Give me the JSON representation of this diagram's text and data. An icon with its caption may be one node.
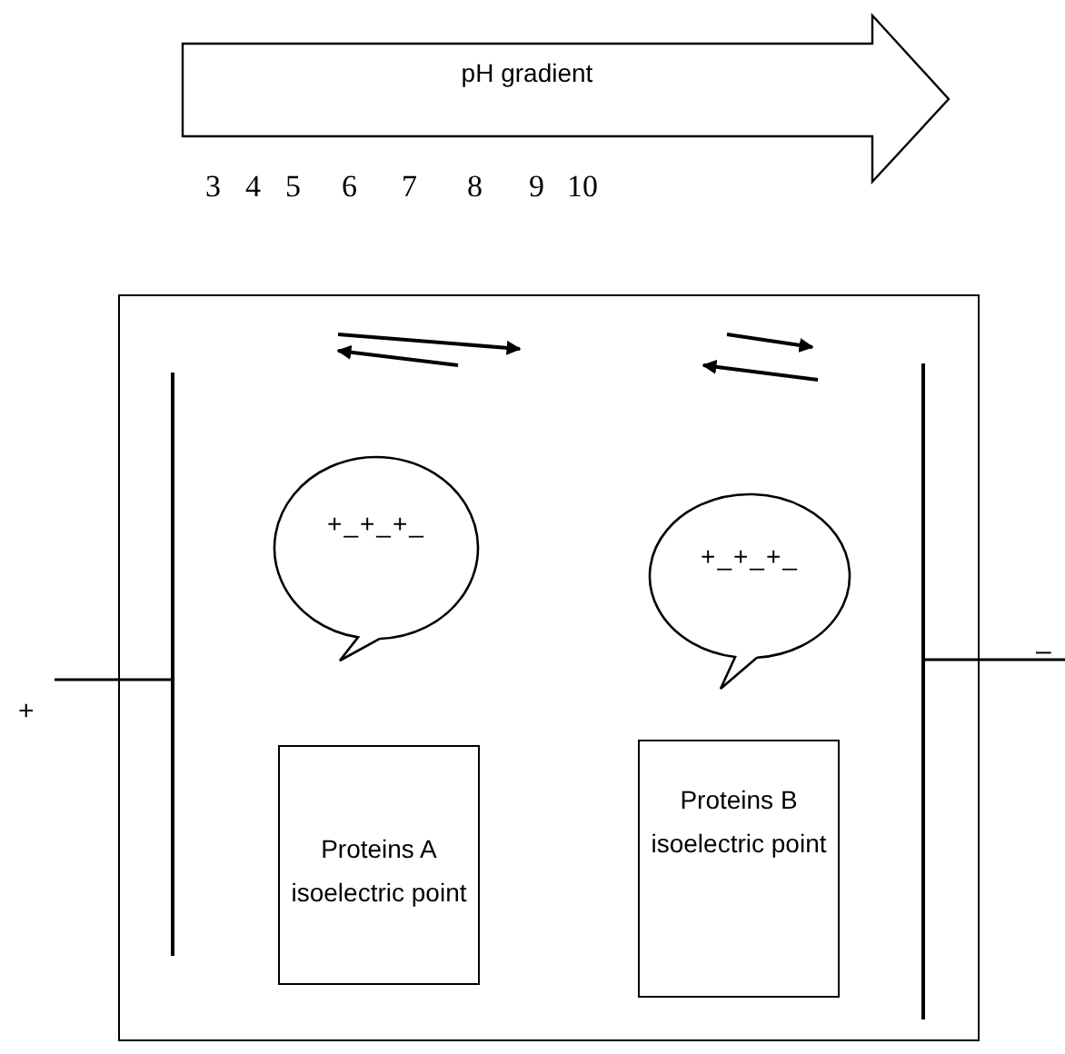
{
  "diagram": {
    "nodes": [
      {
        "text": [
          "pH gradient"
        ]
      },
      {
        "text": [],
        "shape": "box"
      },
      {
        "text": [
          "+_+_+_"
        ],
        "in": 1
      },
      {
        "text": [
          "+_+_+_"
        ],
        "in": 1
      },
      {
        "text": [
          "Proteins A isoelectric point"
        ],
        "in": 1
      },
      {
        "text": [
          "Proteins B isoelectric point"
        ],
        "in": 1
      }
    ],
    "labels": [
      "3",
      "4",
      "5",
      "6",
      "7",
      "8",
      "9",
      "10",
      "+",
      "–"
    ]
  }
}
